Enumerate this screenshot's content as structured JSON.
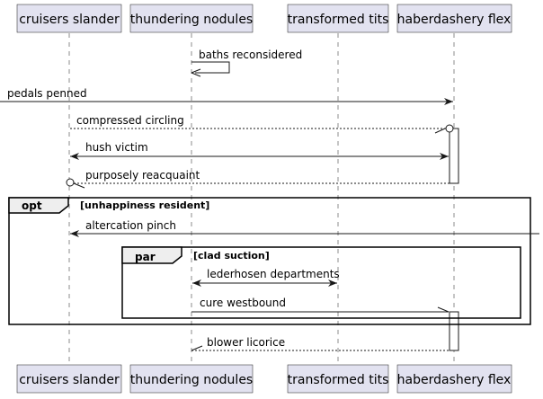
{
  "participants": [
    {
      "name": "cruisers slander"
    },
    {
      "name": "thundering nodules"
    },
    {
      "name": "transformed tits"
    },
    {
      "name": "haberdashery flex"
    }
  ],
  "messages": [
    {
      "text": "baths reconsidered"
    },
    {
      "text": "pedals penned"
    },
    {
      "text": "compressed circling"
    },
    {
      "text": "hush victim"
    },
    {
      "text": "purposely reacquaint"
    },
    {
      "text": "altercation pinch"
    },
    {
      "text": "lederhosen departments"
    },
    {
      "text": "cure westbound"
    },
    {
      "text": "blower licorice"
    }
  ],
  "fragments": {
    "opt": {
      "keyword": "opt",
      "guard": "[unhappiness resident]"
    },
    "par": {
      "keyword": "par",
      "guard": "[clad suction]"
    }
  }
}
